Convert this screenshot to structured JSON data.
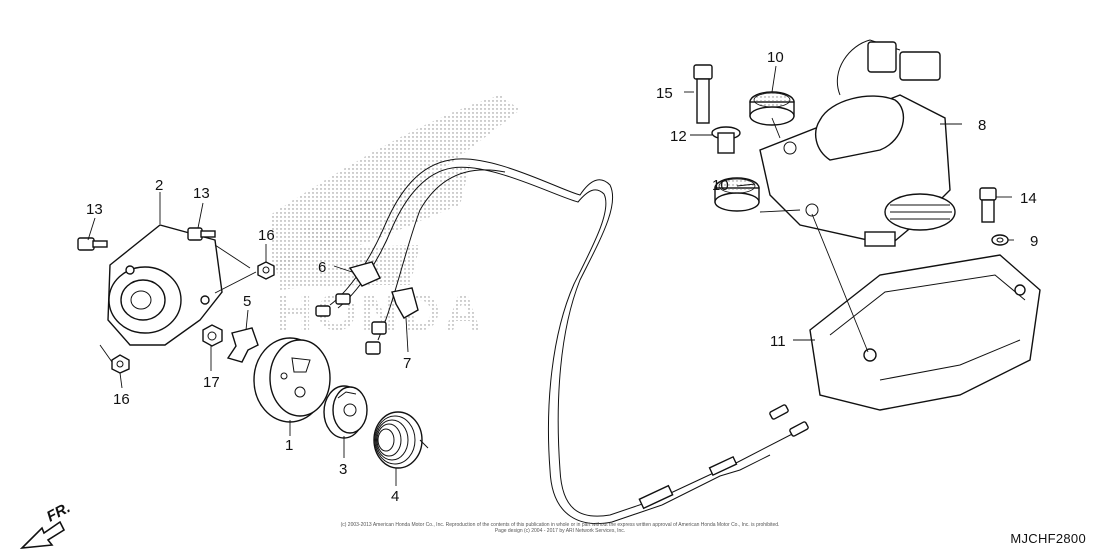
{
  "diagram": {
    "code": "MJCHF2800",
    "direction_label": "FR.",
    "watermark_text": "HONDA",
    "copyright_line1": "(c) 2003-2013 American Honda Motor Co., Inc. Reproduction of the contents of this publication in whole or in part without the express written approval of American Honda Motor Co., Inc. is prohibited.",
    "copyright_line2": "Page design (c) 2004 - 2017 by ARI Network Services, Inc.",
    "callouts": {
      "c1": "1",
      "c2": "2",
      "c3": "3",
      "c4": "4",
      "c5": "5",
      "c6": "6",
      "c7": "7",
      "c8": "8",
      "c9": "9",
      "c10a": "10",
      "c10b": "10",
      "c11": "11",
      "c12": "12",
      "c13a": "13",
      "c13b": "13",
      "c14": "14",
      "c15": "15",
      "c16a": "16",
      "c16b": "16",
      "c17": "17"
    }
  }
}
